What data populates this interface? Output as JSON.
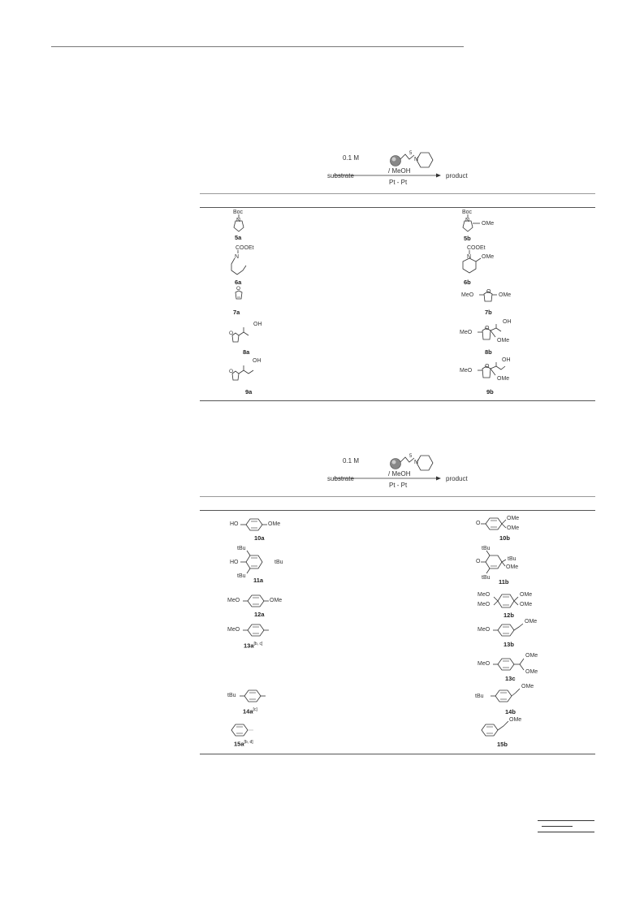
{
  "scheme1": {
    "conc": "0.1 M",
    "n": "5",
    "n_label": "N",
    "substrate": "substrate",
    "solvent": "/ MeOH",
    "electrodes": "Pt - Pt",
    "product": "product"
  },
  "scheme2": {
    "conc": "0.1 M",
    "n": "5",
    "n_label": "N",
    "substrate": "substrate",
    "solvent": "/ MeOH",
    "electrodes": "Pt - Pt",
    "product": "product"
  },
  "table1": {
    "rows": [
      {
        "sub_label": "5a",
        "sub_texts": [
          "Boc",
          "N"
        ],
        "prod_label": "5b",
        "prod_texts": [
          "Boc",
          "N",
          "OMe"
        ]
      },
      {
        "sub_label": "6a",
        "sub_texts": [
          "COOEt",
          "N"
        ],
        "prod_label": "6b",
        "prod_texts": [
          "COOEt",
          "N",
          "OMe"
        ]
      },
      {
        "sub_label": "7a",
        "sub_texts": [
          "O"
        ],
        "prod_label": "7b",
        "prod_texts": [
          "MeO",
          "O",
          "OMe"
        ]
      },
      {
        "sub_label": "8a",
        "sub_texts": [
          "OH",
          "O"
        ],
        "prod_label": "8b",
        "prod_texts": [
          "OH",
          "MeO",
          "O",
          "OMe"
        ]
      },
      {
        "sub_label": "9a",
        "sub_texts": [
          "OH",
          "O"
        ],
        "prod_label": "9b",
        "prod_texts": [
          "OH",
          "MeO",
          "O",
          "OMe"
        ]
      }
    ]
  },
  "table2": {
    "rows": [
      {
        "sub_label": "10a",
        "sub_texts": [
          "HO",
          "OMe"
        ],
        "prod_label": "10b",
        "prod_texts": [
          "O",
          "OMe",
          "OMe"
        ]
      },
      {
        "sub_label": "11a",
        "sub_texts": [
          "tBu",
          "HO",
          "tBu",
          "tBu"
        ],
        "prod_label": "11b",
        "prod_texts": [
          "tBu",
          "O",
          "tBu",
          "tBu",
          "OMe"
        ]
      },
      {
        "sub_label": "12a",
        "sub_texts": [
          "MeO",
          "OMe"
        ],
        "prod_label": "12b",
        "prod_texts": [
          "MeO",
          "MeO",
          "OMe",
          "OMe"
        ]
      },
      {
        "sub_label": "13a",
        "sub_sup": "[b, c]",
        "sub_texts": [
          "MeO"
        ],
        "prod_label": "13b",
        "prod_texts": [
          "MeO",
          "OMe"
        ]
      },
      {
        "sub_label": "",
        "sub_texts": [],
        "prod_label": "13c",
        "prod_texts": [
          "MeO",
          "OMe",
          "OMe"
        ]
      },
      {
        "sub_label": "14a",
        "sub_sup": "[c]",
        "sub_texts": [
          "tBu"
        ],
        "prod_label": "14b",
        "prod_texts": [
          "tBu",
          "OMe"
        ]
      },
      {
        "sub_label": "15a",
        "sub_sup": "[b, d]",
        "sub_texts": [],
        "prod_label": "15b",
        "prod_texts": [
          "OMe"
        ]
      }
    ]
  }
}
